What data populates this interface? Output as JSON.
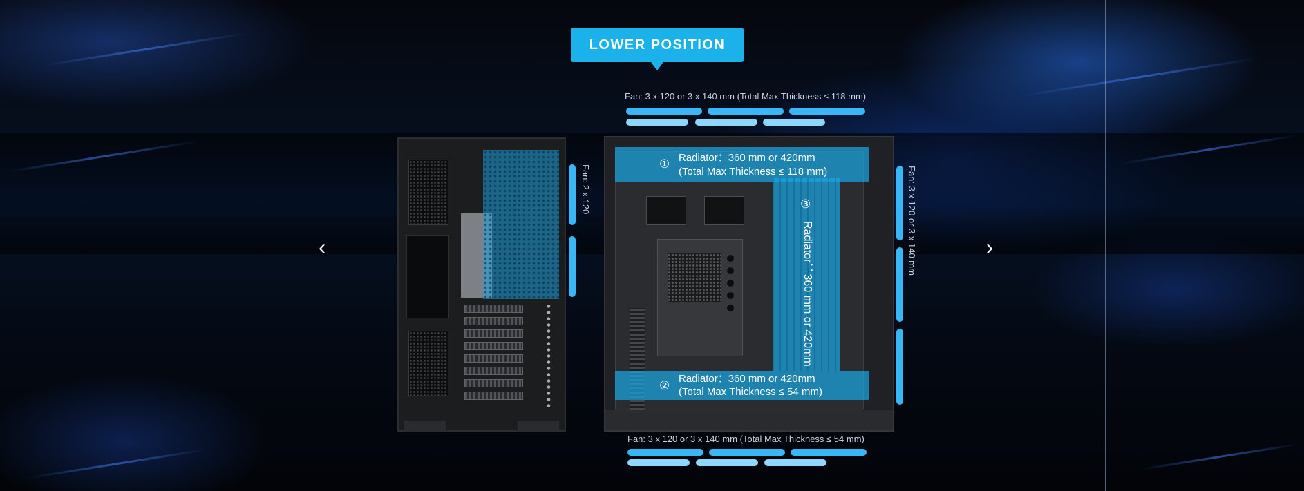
{
  "header": {
    "badge_label": "LOWER POSITION"
  },
  "fans": {
    "top": "Fan: 3 x 120  or 3 x 140 mm (Total Max Thickness ≤ 118 mm)",
    "bottom": "Fan: 3 x 120  or 3 x 140 mm (Total Max Thickness ≤ 54 mm)",
    "rear": "Fan: 2 x 120",
    "side": "Fan: 3 x 120  or 3 x 140 mm"
  },
  "radiators": {
    "top": {
      "number": "①",
      "line1": "Radiator：360 mm or 420mm",
      "line2": "(Total Max Thickness ≤ 118 mm)"
    },
    "bottom": {
      "number": "②",
      "line1": "Radiator：360 mm or 420mm",
      "line2": "(Total Max Thickness ≤ 54 mm)"
    },
    "side": {
      "number": "③",
      "text": "Radiator：360 mm or 420mm"
    }
  },
  "navigation": {
    "prev_icon": "chevron-left-icon",
    "next_icon": "chevron-right-icon",
    "prev": "‹",
    "next": "›"
  },
  "colors": {
    "accent": "#1bb1ea",
    "fan_bar": "#38b6f5",
    "fan_bar_light": "#8fd6fb",
    "background": "#040913"
  }
}
